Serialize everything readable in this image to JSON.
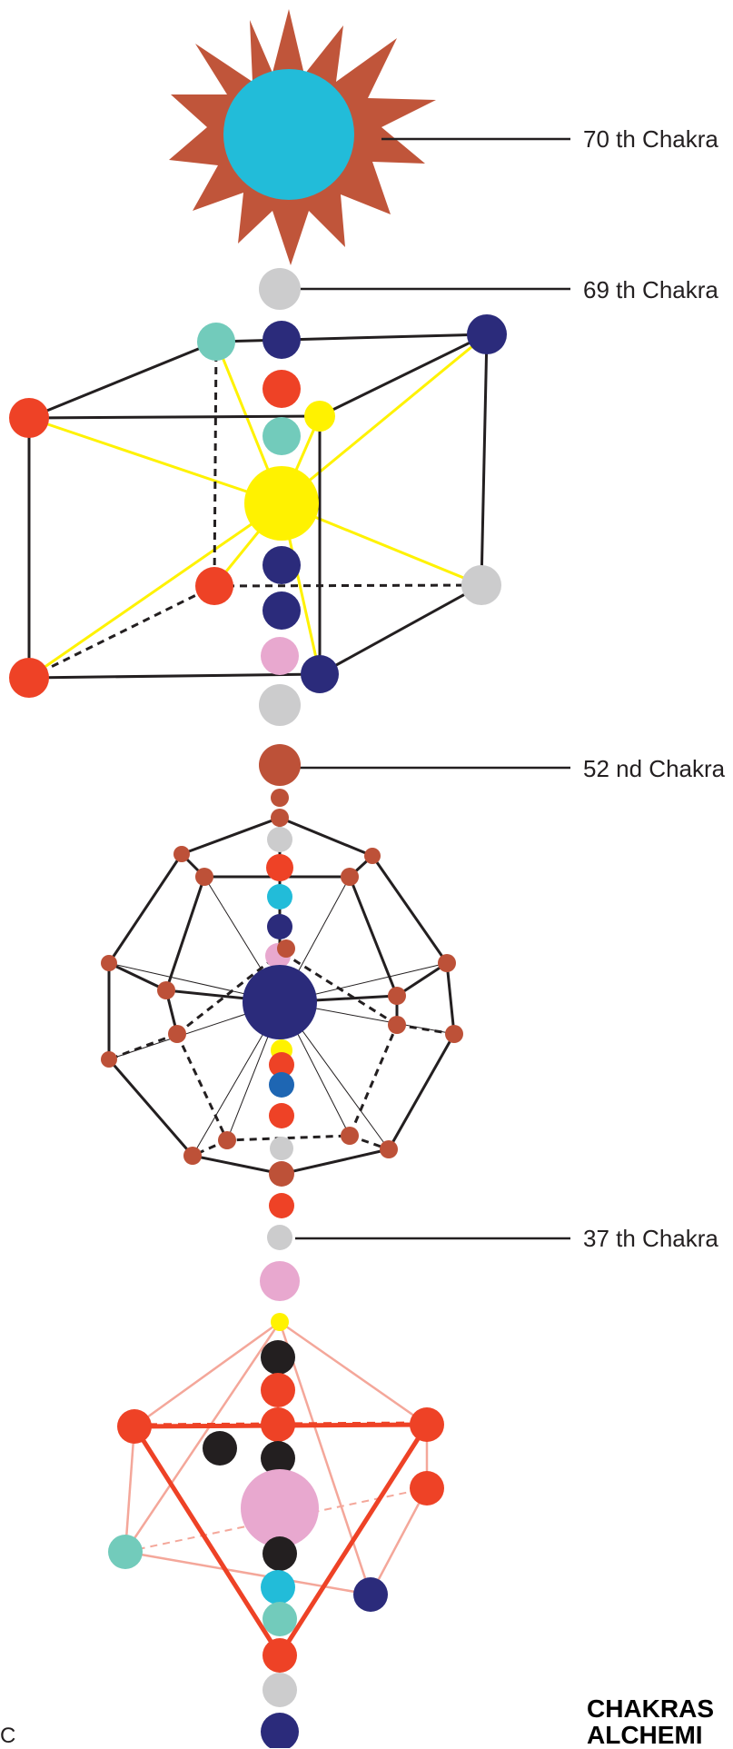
{
  "labels": {
    "chakra70": "70 th Chakra",
    "chakra69": "69 th Chakra",
    "chakra52": "52 nd Chakra",
    "chakra37": "37 th Chakra"
  },
  "title_line1": "CHAKRAS",
  "title_line2": "ALCHEMI",
  "corner_text": "C",
  "colors": {
    "sun_rays": "#c0553a",
    "sun_core": "#22bcd9",
    "navy": "#2b2b7b",
    "red": "#ee4226",
    "teal": "#72cbbb",
    "yellow": "#fff200",
    "grey": "#cccccd",
    "pink": "#e8a8cf",
    "brown": "#bd5138",
    "cyan": "#22bcd9",
    "blue": "#1e66b3",
    "black": "#231f20",
    "salmon": "#f4a79a",
    "line": "#231f20"
  }
}
